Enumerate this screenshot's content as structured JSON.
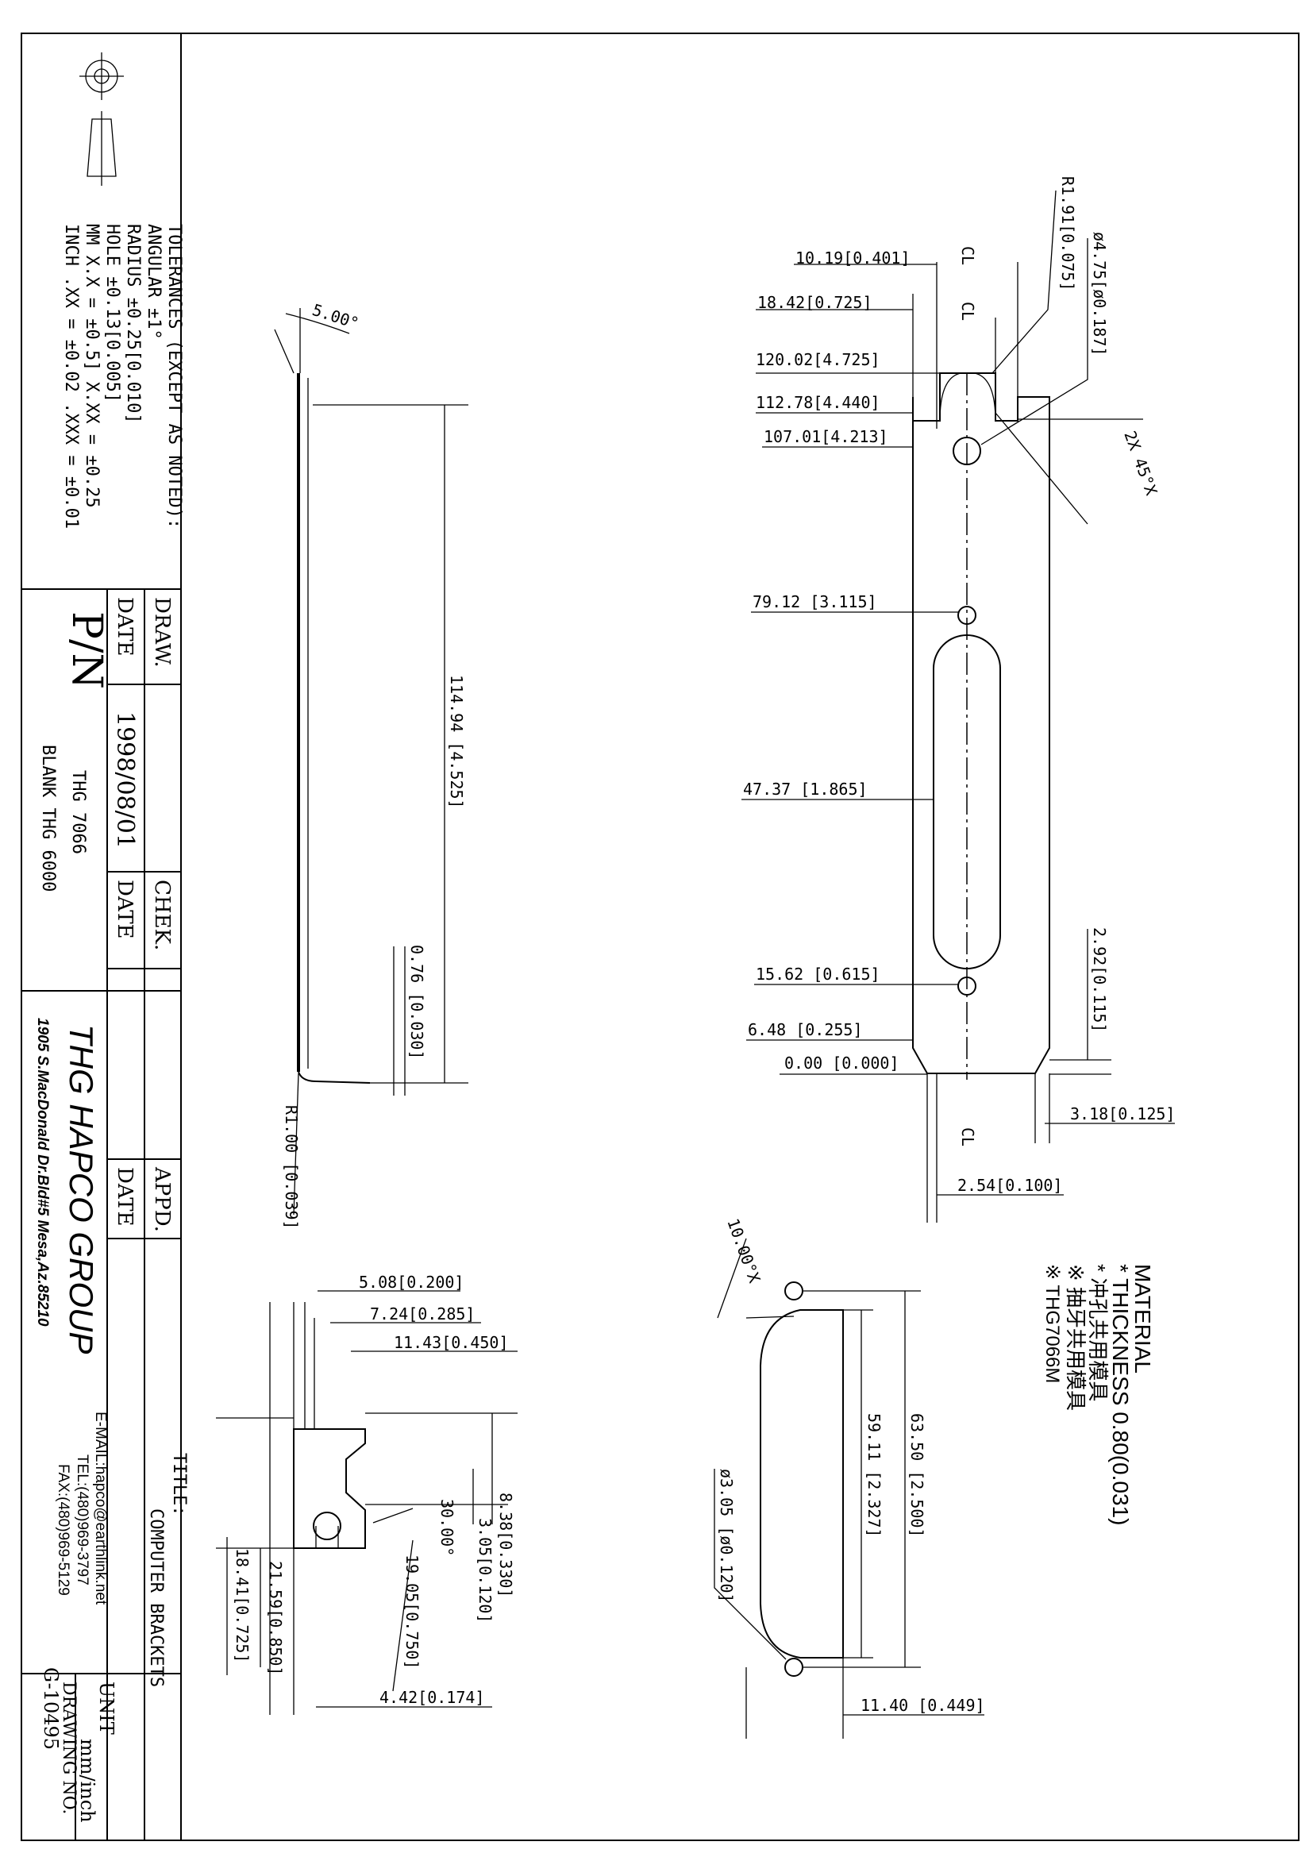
{
  "title_block": {
    "tolerances": {
      "heading": "TOLERANCES (EXCEPT AS NOTED):",
      "lines": [
        "ANGULAR ±1°",
        "RADIUS ±0.25[0.010]",
        "HOLE ±0.13[0.005]",
        "MM X.X = ±0.5] X.XX = ±0.25",
        "INCH .XX = ±0.02 .XXX = ±0.01"
      ]
    },
    "draw_label": "DRAW.",
    "date_label": "DATE",
    "date_value": "1998/08/01",
    "chek_label": "CHEK.",
    "chek_date_label": "DATE",
    "appd_label": "APPD.",
    "appd_date_label": "DATE",
    "pn_label": "P/N",
    "pn_value": "THG 7066",
    "blank_value": "BLANK THG 6000",
    "company": "THG HAPCO GROUP",
    "address": "1905 S.MacDonald Dr.Bld#5 Mesa,Az.85210",
    "email": "E-MAIL:hapco@earthlink.net",
    "tel": "TEL:(480)969-3797",
    "fax": "FAX:(480)969-5129",
    "title_label": "TITLE:",
    "title_value": "COMPUTER BRACKETS",
    "unit_label": "UNIT",
    "unit_value": "mm/inch",
    "drawing_no_label": "DRAWING NO.",
    "drawing_no_value": "G-10495"
  },
  "side_view": {
    "angle": "5.00°",
    "height": "114.94 [4.525]",
    "thickness": "0.76 [0.030]",
    "radius": "R1.00 [0.039]"
  },
  "front_view": {
    "dims": [
      "10.19[0.401]",
      "18.42[0.725]",
      "120.02[4.725]",
      "112.78[4.440]",
      "107.01[4.213]",
      "79.12 [3.115]",
      "47.37 [1.865]",
      "15.62 [0.615]",
      "6.48 [0.255]",
      "0.00 [0.000]"
    ],
    "r191": "R1.91[0.075]",
    "hole": "ø4.75[ø0.187]",
    "chamfer": "2X 45°X",
    "d292": "2.92[0.115]",
    "d318": "3.18[0.125]",
    "d254": "2.54[0.100]",
    "cl": "CL"
  },
  "detail_view": {
    "dims": [
      "5.08[0.200]",
      "7.24[0.285]",
      "11.43[0.450]",
      "8.38[0.330]",
      "3.05[0.120]",
      "19.05[0.750]",
      "21.59[0.850]",
      "18.41[0.725]",
      "4.42[0.174]"
    ],
    "angle": "30.00°"
  },
  "cutout_view": {
    "angle": "10.00°X",
    "d6350": "63.50 [2.500]",
    "d5911": "59.11 [2.327]",
    "hole": "ø3.05 [ø0.120]",
    "d1140": "11.40 [0.449]"
  },
  "notes": {
    "heading": "MATERIAL",
    "thickness": "* THICKNESS 0.80(0.031)",
    "note1": "* 冲孔共用模具",
    "note2": "※ 抽牙共用模具",
    "note3": "※ THG7066M"
  }
}
